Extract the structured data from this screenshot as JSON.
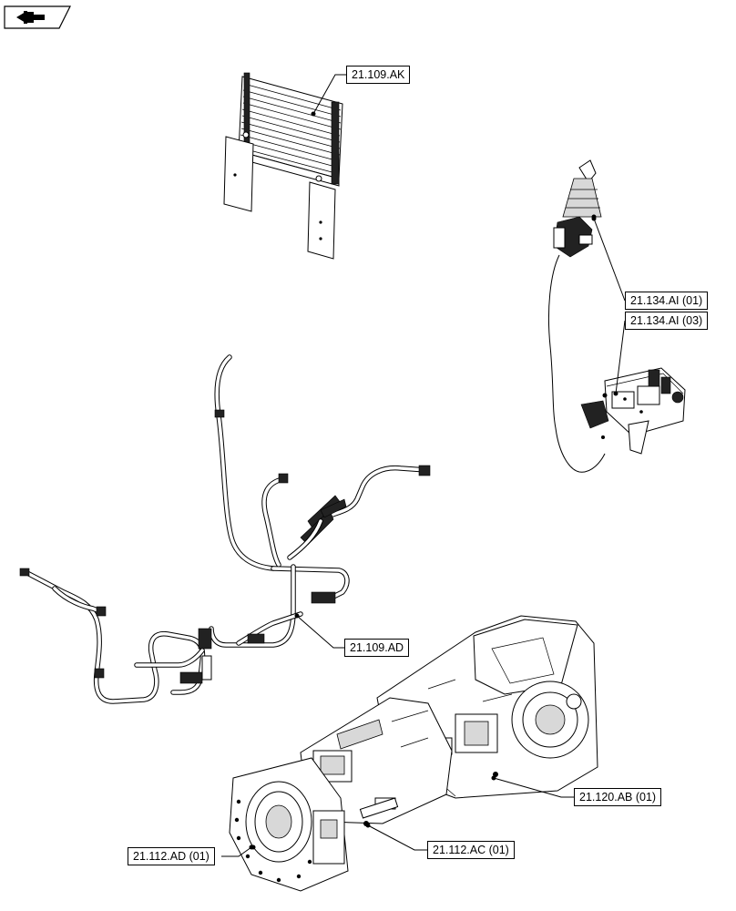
{
  "navigation": {
    "icon": "page-navigation-arrow-icon"
  },
  "callouts": [
    {
      "id": "cooler",
      "label": "21.109.AK"
    },
    {
      "id": "shift-lever",
      "label": "21.134.AI (01)"
    },
    {
      "id": "shift-control",
      "label": "21.134.AI (03)"
    },
    {
      "id": "hoses",
      "label": "21.109.AD"
    },
    {
      "id": "rear-housing",
      "label": "21.120.AB (01)"
    },
    {
      "id": "center-housing",
      "label": "21.112.AC (01)"
    },
    {
      "id": "front-housing",
      "label": "21.112.AD (01)"
    }
  ]
}
